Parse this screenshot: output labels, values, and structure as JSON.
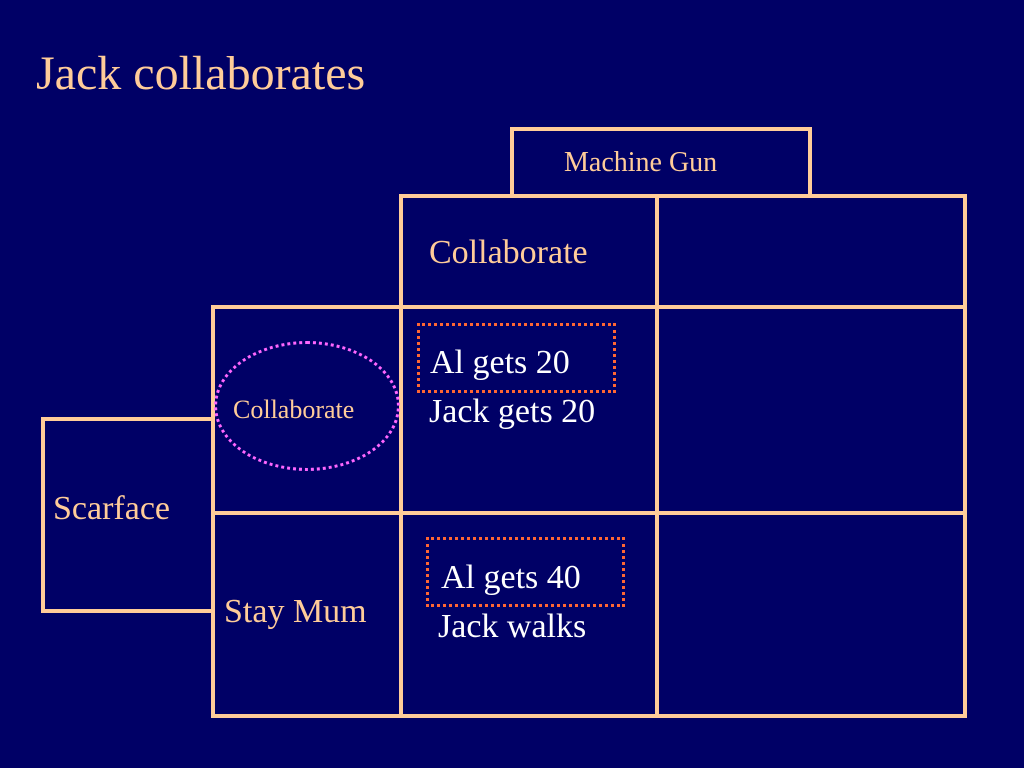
{
  "slide": {
    "title": "Jack collaborates",
    "column_player": "Machine Gun",
    "row_player": "Scarface",
    "column_strategies": [
      "Collaborate"
    ],
    "row_strategies": [
      "Collaborate",
      "Stay Mum"
    ],
    "cells": {
      "collaborate_collaborate": {
        "line1": "Al gets 20",
        "line2": "Jack gets 20"
      },
      "staymum_collaborate": {
        "line1": "Al gets 40",
        "line2": "Jack walks"
      }
    }
  },
  "colors": {
    "background": "#000066",
    "line": "#ffcc99",
    "text_label": "#ffcc99",
    "text_payoff": "#ffffff",
    "highlight_box": "#ff6633",
    "highlight_ellipse": "#ff66ff"
  }
}
